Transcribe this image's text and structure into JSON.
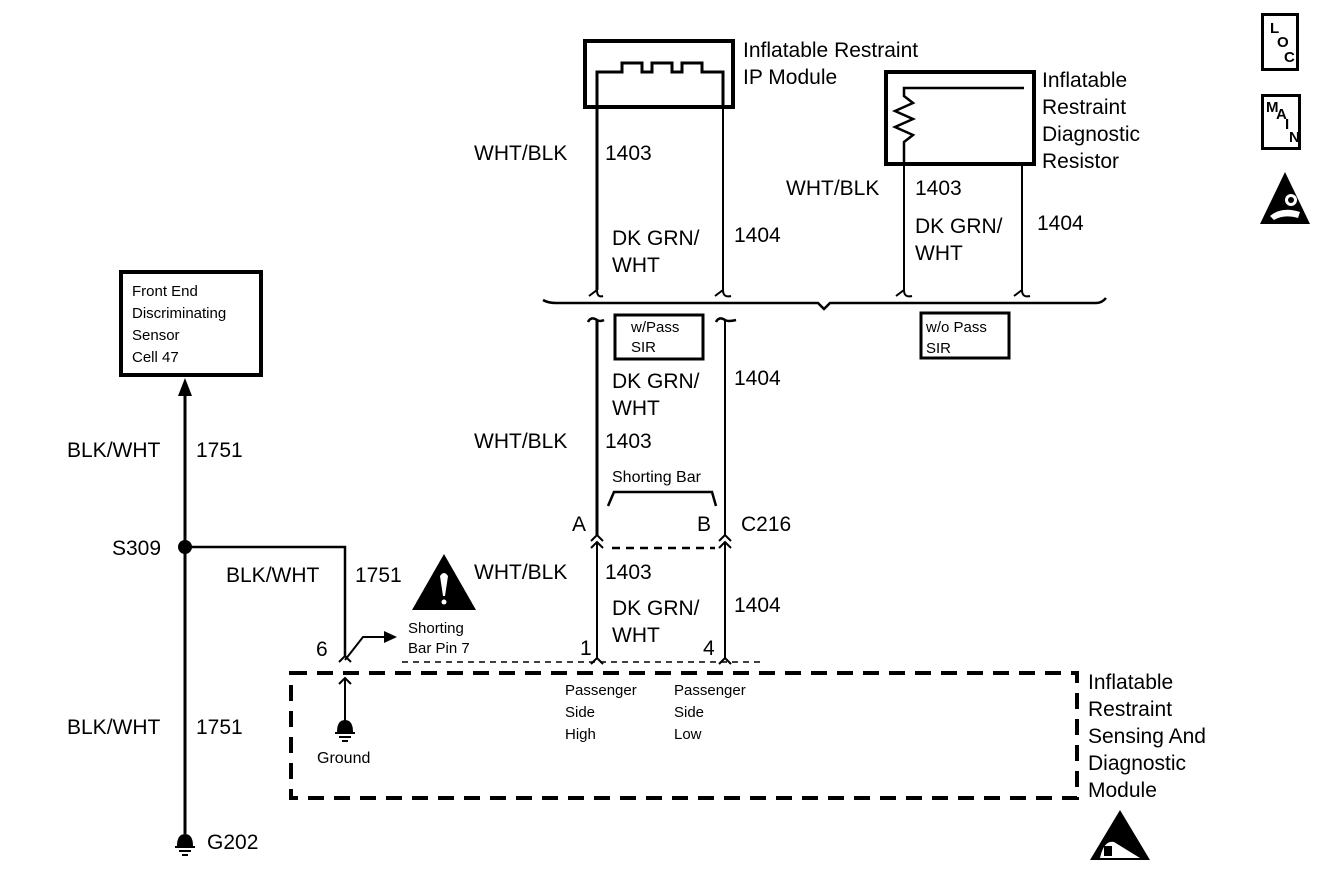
{
  "nav_icons": [
    {
      "name": "location-icon",
      "letters": [
        "L",
        "O",
        "C"
      ]
    },
    {
      "name": "main-icon",
      "letters": [
        "M",
        "A",
        "I",
        "N"
      ]
    },
    {
      "name": "airbag-warning-icon"
    }
  ],
  "components": {
    "ip_module": {
      "label": "Inflatable Restraint\nIP Module"
    },
    "diag_resistor": {
      "label": "Inflatable\nRestraint\nDiagnostic\nResistor"
    },
    "front_sensor": {
      "label": "Front End\nDiscriminating\nSensor\nCell 47"
    },
    "sdm": {
      "label": "Inflatable\nRestraint\nSensing And\nDiagnostic\nModule"
    }
  },
  "options": {
    "with_pass": "w/Pass\nSIR",
    "without_pass": "w/o Pass\nSIR"
  },
  "wires": {
    "ip_upper_left": {
      "color": "WHT/BLK",
      "circuit": "1403"
    },
    "ip_upper_right": {
      "color": "DK GRN/\nWHT",
      "circuit": "1404"
    },
    "res_left": {
      "color": "WHT/BLK",
      "circuit": "1403"
    },
    "res_right": {
      "color": "DK GRN/\nWHT",
      "circuit": "1404"
    },
    "mid_right": {
      "color": "DK GRN/\nWHT",
      "circuit": "1404"
    },
    "mid_left": {
      "color": "WHT/BLK",
      "circuit": "1403"
    },
    "low_left": {
      "color": "WHT/BLK",
      "circuit": "1403"
    },
    "low_right": {
      "color": "DK GRN/\nWHT",
      "circuit": "1404"
    },
    "sensor_upper": {
      "color": "BLK/WHT",
      "circuit": "1751"
    },
    "splice_branch": {
      "color": "BLK/WHT",
      "circuit": "1751"
    },
    "sensor_lower": {
      "color": "BLK/WHT",
      "circuit": "1751"
    }
  },
  "connector": {
    "name": "C216",
    "pin_a": "A",
    "pin_b": "B",
    "shorting_bar": "Shorting Bar"
  },
  "sdm_pins": {
    "pin_6": "6",
    "pin_1": "1",
    "pin_4": "4",
    "shorting_bar_pin": "Shorting\nBar Pin 7",
    "ground": "Ground",
    "pass_high": "Passenger\nSide\nHigh",
    "pass_low": "Passenger\nSide\nLow"
  },
  "splice": "S309",
  "ground_point": "G202"
}
